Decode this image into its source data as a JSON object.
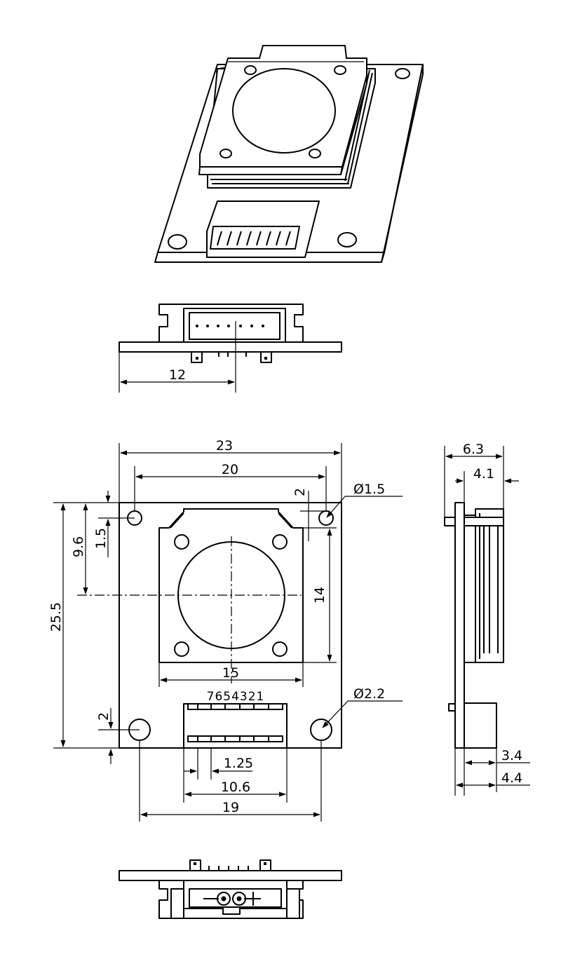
{
  "dimensions": {
    "front_offset": "12",
    "width_total": "23",
    "hole_spacing_x": "20",
    "top_margin": "2",
    "small_hole_dia": "Ø1.5",
    "top_hole_offset": "1.5",
    "center_offset": "9.6",
    "height_total": "25.5",
    "holder_height": "14",
    "holder_width": "15",
    "large_hole_dia": "Ø2.2",
    "bottom_margin": "2",
    "pin_pitch": "1.25",
    "connector_width": "10.6",
    "bottom_hole_spacing": "19",
    "side_total": "6.3",
    "side_holder": "4.1",
    "side_connector": "3.4",
    "side_connector_total": "4.4"
  },
  "connector": {
    "pin_labels": "7654321"
  }
}
